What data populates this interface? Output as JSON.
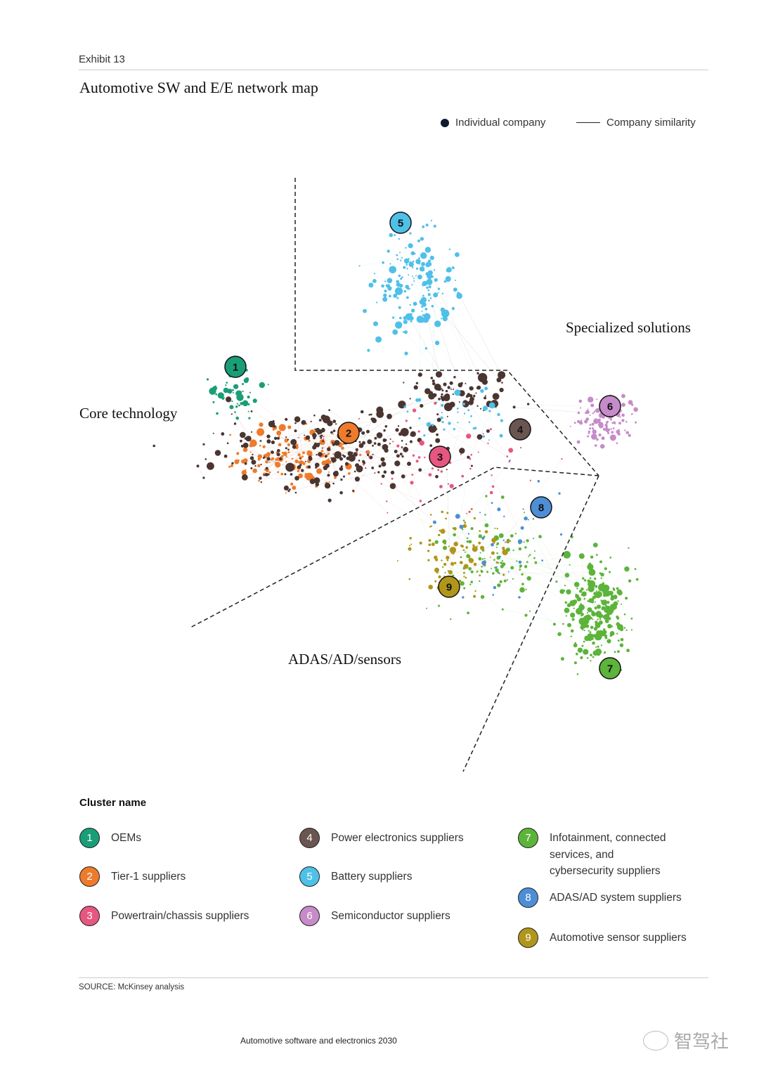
{
  "exhibit": "Exhibit 13",
  "title": "Automotive SW and E/E network map",
  "legend": {
    "node_label": "Individual company",
    "edge_label": "Company similarity"
  },
  "regions": {
    "core": "Core technology",
    "specialized": "Specialized solutions",
    "adas": "ADAS/AD/sensors"
  },
  "cluster_heading": "Cluster name",
  "clusters": [
    {
      "id": "1",
      "name": "OEMs",
      "color": "#1a9e77"
    },
    {
      "id": "2",
      "name": "Tier-1 suppliers",
      "color": "#ee7b2c"
    },
    {
      "id": "3",
      "name": "Powertrain/chassis suppliers",
      "color": "#e6577f"
    },
    {
      "id": "4",
      "name": "Power electronics suppliers",
      "color": "#6b5550"
    },
    {
      "id": "5",
      "name": "Battery suppliers",
      "color": "#4fc0e8"
    },
    {
      "id": "6",
      "name": "Semiconductor suppliers",
      "color": "#c68bc9"
    },
    {
      "id": "7",
      "name": "Infotainment, connected services, and cybersecurity suppliers",
      "color": "#5cb43a"
    },
    {
      "id": "8",
      "name": "ADAS/AD system suppliers",
      "color": "#4d8fd6"
    },
    {
      "id": "9",
      "name": "Automotive sensor suppliers",
      "color": "#b0961a"
    }
  ],
  "source": "SOURCE: McKinsey analysis",
  "footer": "Automotive software and electronics 2030",
  "watermark": "智驾社"
}
